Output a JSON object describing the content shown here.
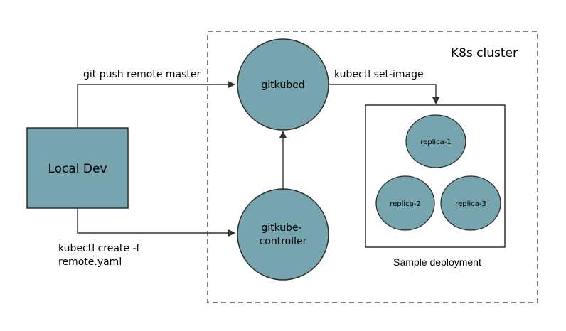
{
  "cluster": {
    "label": "K8s cluster"
  },
  "nodes": {
    "local_dev": {
      "label": "Local Dev"
    },
    "gitkubed": {
      "label": "gitkubed"
    },
    "gitkube_controller": {
      "line1": "gitkube-",
      "line2": "controller"
    },
    "deployment": {
      "label": "Sample deployment"
    },
    "replica_1": {
      "label": "replica-1"
    },
    "replica_2": {
      "label": "replica-2"
    },
    "replica_3": {
      "label": "replica-3"
    }
  },
  "edges": {
    "git_push": {
      "label": "git push remote master"
    },
    "kubectl_create": {
      "line1": "kubectl create -f",
      "line2": "remote.yaml"
    },
    "set_image": {
      "label": "kubectl set-image"
    }
  },
  "colors": {
    "node_fill": "#76a5af",
    "stroke": "#2f2f2f",
    "cluster_border": "#595959",
    "text": "#000000"
  }
}
